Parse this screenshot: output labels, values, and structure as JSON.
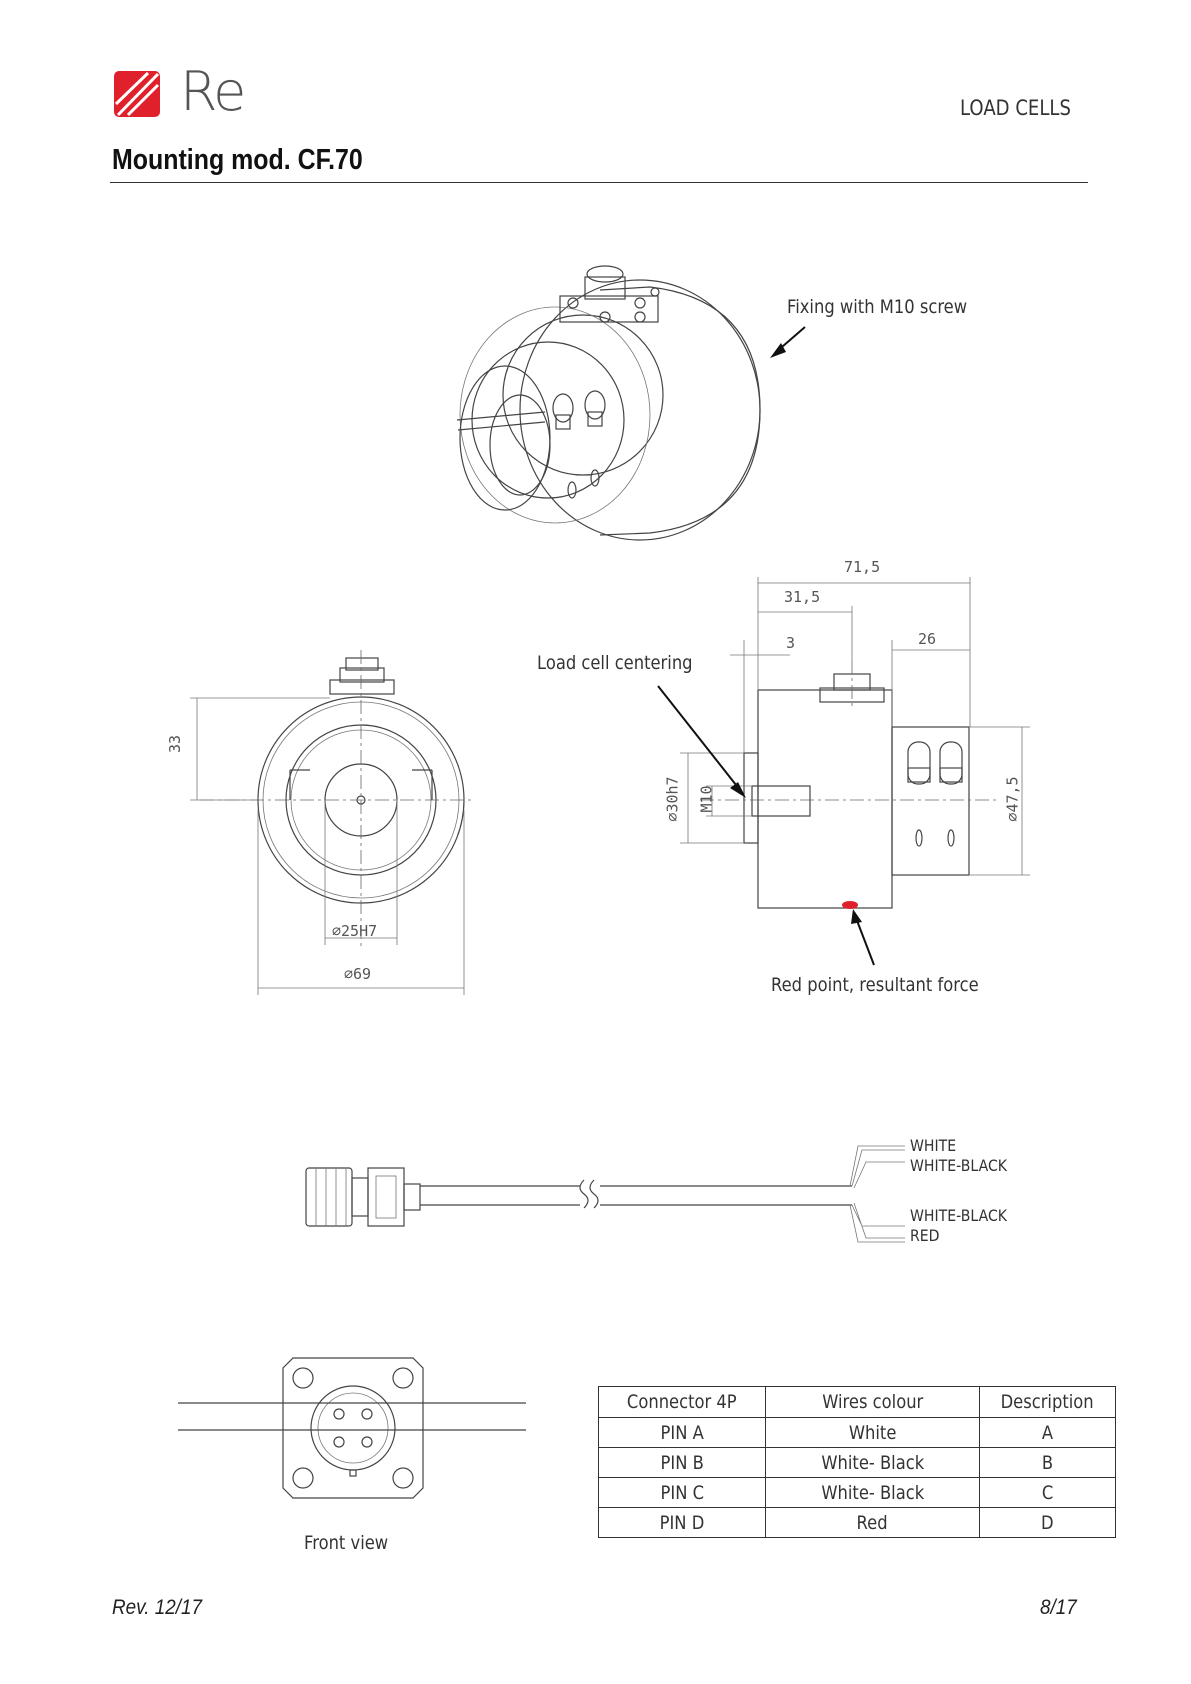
{
  "header": {
    "brand": "Re",
    "section": "LOAD CELLS",
    "title": "Mounting mod. CF.70"
  },
  "annotations": {
    "fixing": "Fixing with M10 screw",
    "centering": "Load cell centering",
    "red_point": "Red point, resultant force",
    "front_view": "Front view"
  },
  "dimensions": {
    "d69": "⌀69",
    "d25": "⌀25H7",
    "h33": "33",
    "l71": "71,5",
    "l31": "31,5",
    "l3": "3",
    "l26": "26",
    "d30": "⌀30h7",
    "m10": "M10",
    "d47": "⌀47,5"
  },
  "wires": [
    "WHITE",
    "WHITE-BLACK",
    "WHITE-BLACK",
    "RED"
  ],
  "table": {
    "headers": [
      "Connector 4P",
      "Wires colour",
      "Description"
    ],
    "rows": [
      [
        "PIN A",
        "White",
        "A"
      ],
      [
        "PIN B",
        "White- Black",
        "B"
      ],
      [
        "PIN C",
        "White- Black",
        "C"
      ],
      [
        "PIN D",
        "Red",
        "D"
      ]
    ]
  },
  "footer": {
    "revision": "Rev. 12/17",
    "page": "8/17"
  },
  "colors": {
    "brand_red": "#e0202a",
    "red_point": "#e0202a"
  }
}
